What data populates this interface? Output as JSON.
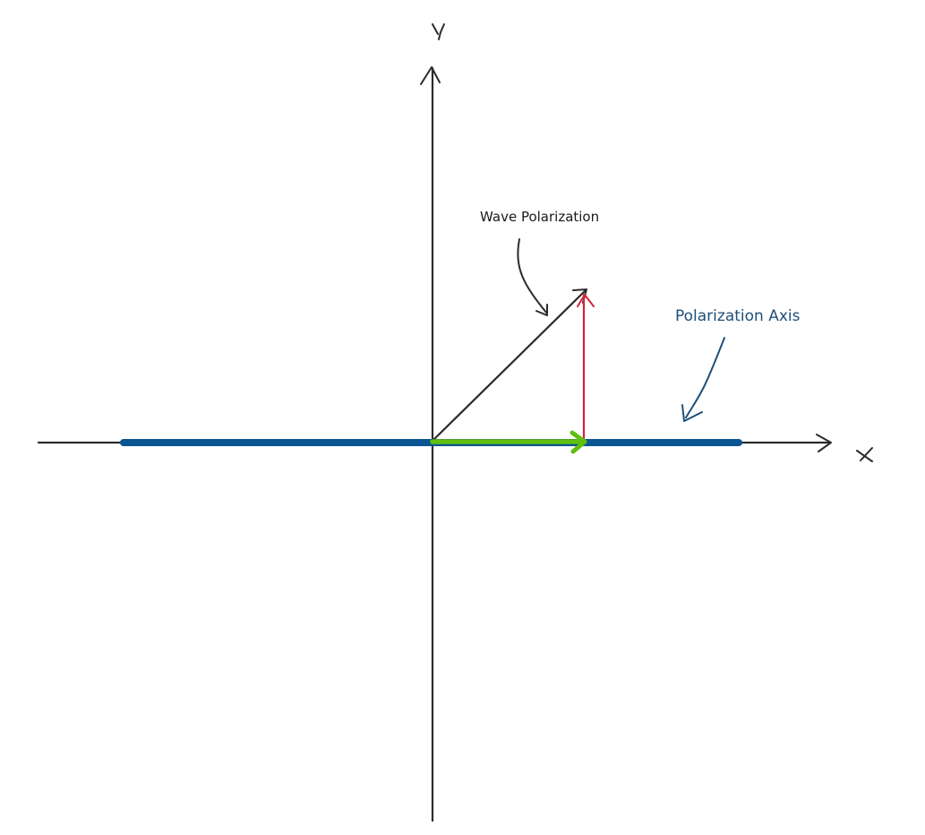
{
  "diagram": {
    "labels": {
      "wave_polarization": "Wave Polarization",
      "polarization_axis": "Polarization Axis"
    },
    "axis_names": {
      "x": "x",
      "y": "y"
    },
    "colors": {
      "axes": "#2b2b2b",
      "polarization_axis": "#0b5592",
      "polarization_axis_label": "#1f4e79",
      "wave_vector": "#2b2b2b",
      "x_component": "#5fbf10",
      "y_component": "#d3233a"
    }
  }
}
